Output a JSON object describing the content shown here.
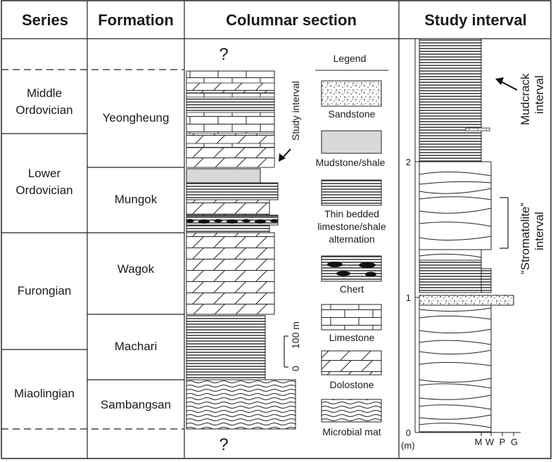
{
  "headers": {
    "series": "Series",
    "formation": "Formation",
    "columnar": "Columnar section",
    "study": "Study interval"
  },
  "series": [
    {
      "line1": "Middle",
      "line2": "Ordovician"
    },
    {
      "line1": "Lower",
      "line2": "Ordovician"
    },
    {
      "line1": "Furongian",
      "line2": ""
    },
    {
      "line1": "Miaolingian",
      "line2": ""
    }
  ],
  "formations": [
    "Yeongheung",
    "Mungok",
    "Wagok",
    "Machari",
    "Sambangsan"
  ],
  "question_mark": "?",
  "study_interval_label": "Study interval",
  "scale_bar": {
    "top": "100 m",
    "bottom": "0"
  },
  "legend": {
    "title": "Legend",
    "items": [
      {
        "key": "sandstone",
        "lines": [
          "Sandstone"
        ]
      },
      {
        "key": "mudstone",
        "lines": [
          "Mudstone/shale"
        ]
      },
      {
        "key": "thin",
        "lines": [
          "Thin bedded",
          "limestone/shale",
          "alternation"
        ]
      },
      {
        "key": "chert",
        "lines": [
          "Chert"
        ]
      },
      {
        "key": "limestone",
        "lines": [
          "Limestone"
        ]
      },
      {
        "key": "dolostone",
        "lines": [
          "Dolostone"
        ]
      },
      {
        "key": "microbial",
        "lines": [
          "Microbial mat"
        ]
      }
    ]
  },
  "study_axis": {
    "ticks": [
      "0",
      "1",
      "2"
    ],
    "unit": "(m)",
    "grain": [
      "M",
      "W",
      "P",
      "G"
    ]
  },
  "annotations": {
    "mudcrack": [
      "Mudcrack",
      "interval"
    ],
    "stromatolite": [
      "“Stromatolite”",
      "interval"
    ]
  }
}
